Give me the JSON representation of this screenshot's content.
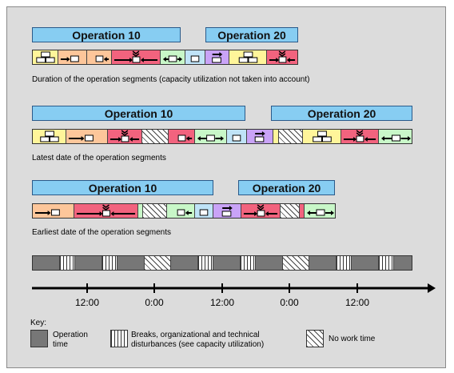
{
  "rows": [
    {
      "ops": [
        {
          "label": "Operation 10"
        },
        {
          "label": "Operation 20"
        }
      ],
      "caption": "Duration of the operation segments (capacity utilization not taken into account)"
    },
    {
      "ops": [
        {
          "label": "Operation 10"
        },
        {
          "label": "Operation 20"
        }
      ],
      "caption": "Latest date of the operation segments"
    },
    {
      "ops": [
        {
          "label": "Operation 10"
        },
        {
          "label": "Operation 20"
        }
      ],
      "caption": "Earliest date of the operation segments"
    }
  ],
  "timeline": {
    "ticks": [
      "12:00",
      "0:00",
      "12:00",
      "0:00",
      "12:00"
    ]
  },
  "key": {
    "title": "Key:",
    "items": [
      {
        "label": "Operation time"
      },
      {
        "label": "Breaks, organizational and technical disturbances (see capacity utilization)"
      },
      {
        "label": "No work time"
      }
    ]
  },
  "colors": {
    "frame_bg": "#dcdcdc",
    "operation_label": "#87cdf2",
    "setup": "#fff59a",
    "orange": "#fdc69a",
    "red": "#f2637e",
    "green": "#c8f7c8",
    "blue": "#bfe3f7",
    "purple": "#c9a3f7",
    "operation_time": "#777777"
  }
}
